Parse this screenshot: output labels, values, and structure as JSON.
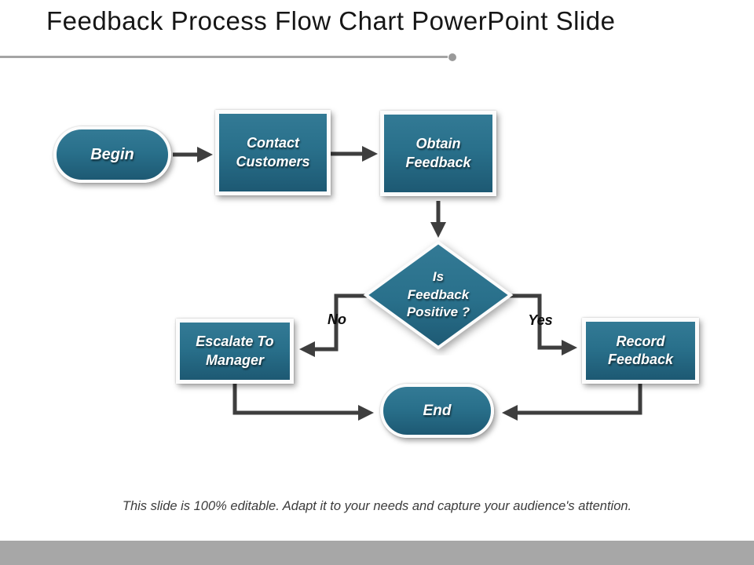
{
  "slide": {
    "title": "Feedback Process Flow Chart PowerPoint Slide",
    "caption": "This slide is 100% editable. Adapt it to your needs and capture your audience's attention."
  },
  "colors": {
    "node_fill_top": "#337a95",
    "node_fill_bottom": "#1d5973",
    "node_border": "#fcfcfc",
    "arrow": "#3e3e3e",
    "divider": "#a4a4a4",
    "footer_bar": "#a7a7a7",
    "title_text": "#161616",
    "node_text": "#ffffff"
  },
  "nodes": {
    "begin": {
      "label": "Begin"
    },
    "contact": {
      "line1": "Contact",
      "line2": "Customers"
    },
    "obtain": {
      "line1": "Obtain",
      "line2": "Feedback"
    },
    "decision": {
      "line1": "Is",
      "line2": "Feedback",
      "line3": "Positive ?"
    },
    "escalate": {
      "line1": "Escalate To",
      "line2": "Manager"
    },
    "record": {
      "line1": "Record",
      "line2": "Feedback"
    },
    "end": {
      "label": "End"
    }
  },
  "edges": {
    "no_label": "No",
    "yes_label": "Yes"
  }
}
